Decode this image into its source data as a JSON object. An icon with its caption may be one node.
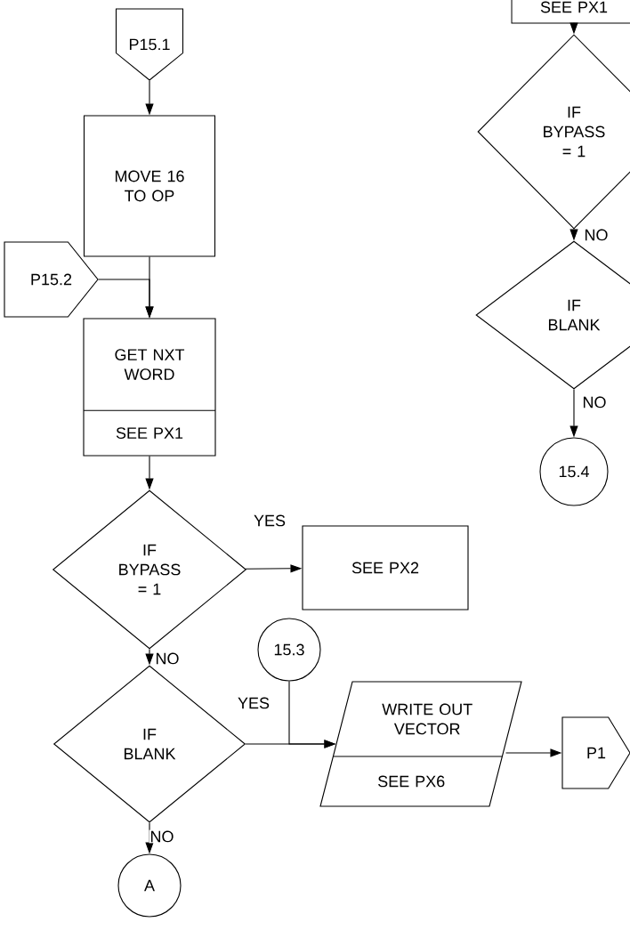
{
  "diagram": {
    "nodes": [
      {
        "text": [
          "P15.1"
        ]
      },
      {
        "text": [
          "MOVE 16 TO OP"
        ]
      },
      {
        "text": [
          "P15.2"
        ]
      },
      {
        "text": [
          "GET NXT WORD",
          "SEE PX1"
        ]
      },
      {
        "text": [
          "IF BYPASS = 1"
        ]
      },
      {
        "text": [
          "SEE PX2"
        ]
      },
      {
        "text": [
          "IF BLANK"
        ]
      },
      {
        "text": [
          "A"
        ]
      },
      {
        "text": [
          "15.3"
        ]
      },
      {
        "text": [
          "WRITE OUT VECTOR",
          "SEE PX6"
        ]
      },
      {
        "text": [
          "P1"
        ]
      },
      {
        "text": [
          "SEE PX1"
        ]
      },
      {
        "text": [
          "IF BYPASS = 1"
        ]
      },
      {
        "text": [
          "IF BLANK"
        ]
      },
      {
        "text": [
          "15.4"
        ]
      }
    ],
    "edges": [
      {
        "from": 0,
        "to": 1,
        "arrow": "to"
      },
      {
        "from": 1,
        "to": 3,
        "arrow": "to"
      },
      {
        "from": 2,
        "to": 3,
        "arrow": "to"
      },
      {
        "from": 3,
        "to": 4,
        "arrow": "to"
      },
      {
        "from": 4,
        "to": 5,
        "arrow": "to",
        "label": "YES"
      },
      {
        "from": 4,
        "to": 6,
        "arrow": "to",
        "label": "NO"
      },
      {
        "from": 6,
        "to": 9,
        "arrow": "to",
        "label": "YES"
      },
      {
        "from": 8,
        "to": 9,
        "arrow": "to"
      },
      {
        "from": 6,
        "to": 7,
        "arrow": "to",
        "label": "NO"
      },
      {
        "from": 9,
        "to": 10,
        "arrow": "to"
      },
      {
        "from": 11,
        "to": 12,
        "arrow": "to"
      },
      {
        "from": 12,
        "to": 13,
        "arrow": "to",
        "label": "NO"
      },
      {
        "from": 13,
        "to": 14,
        "arrow": "to",
        "label": "NO"
      }
    ]
  }
}
